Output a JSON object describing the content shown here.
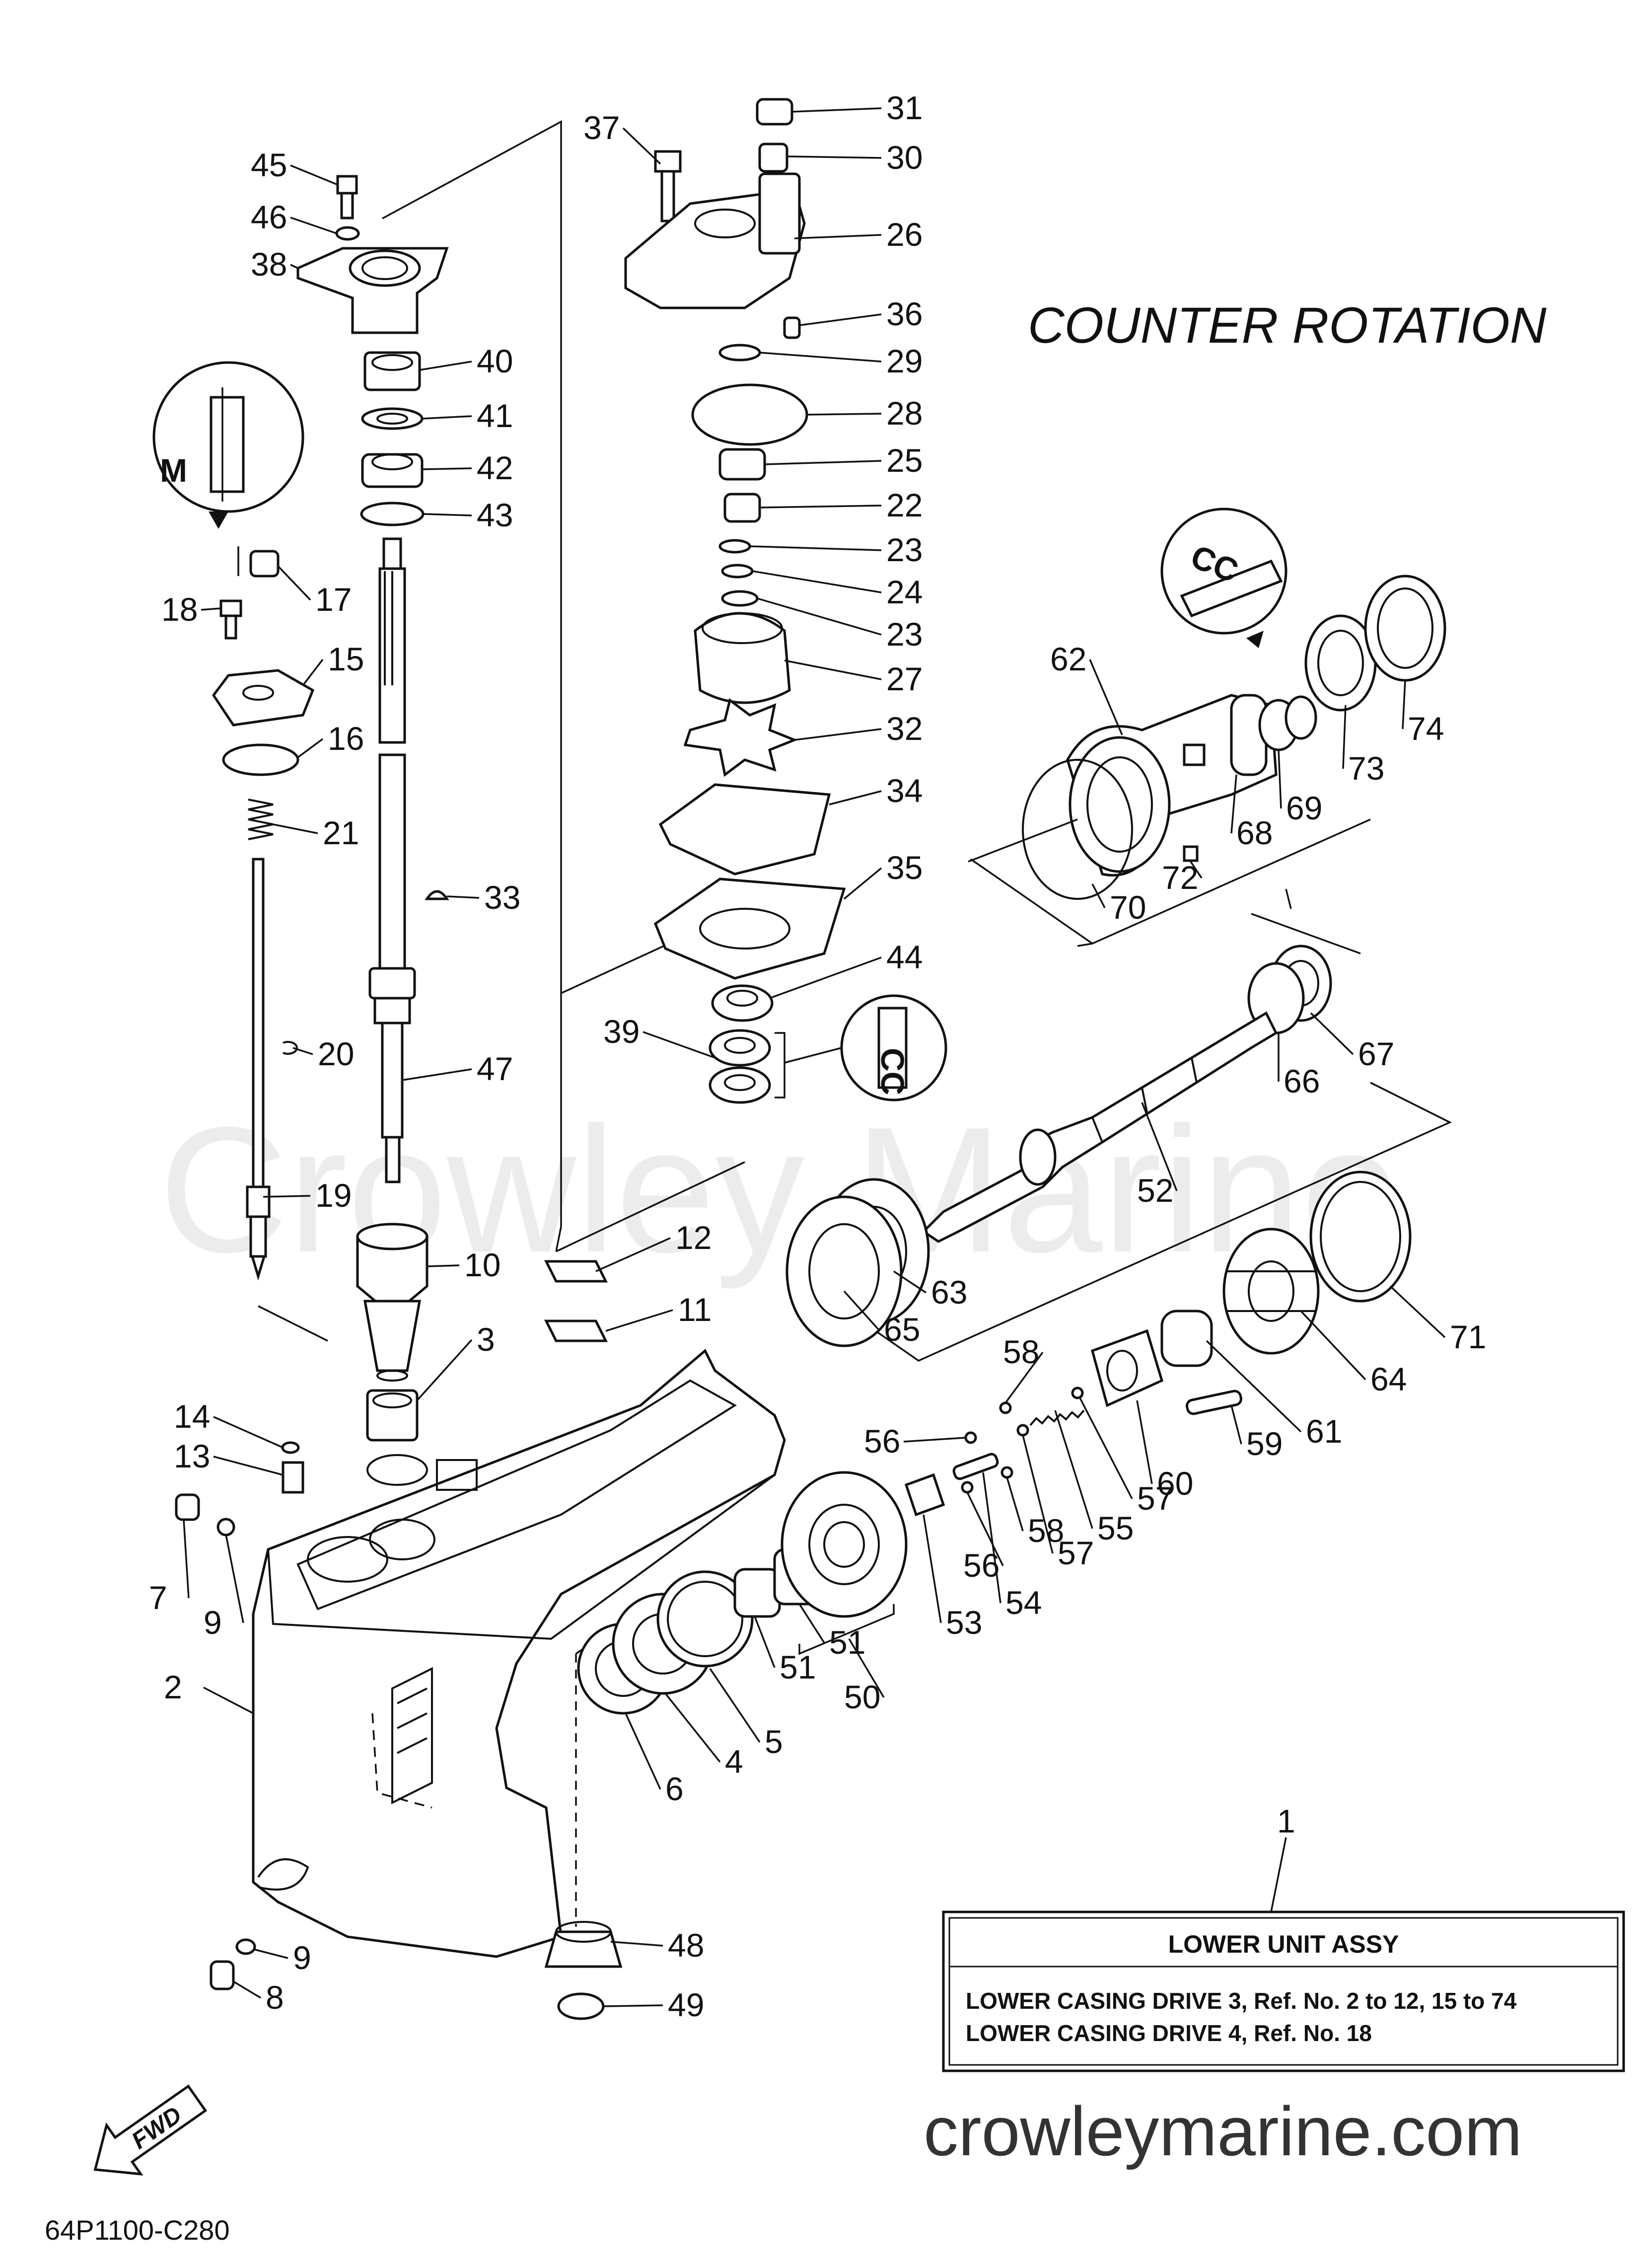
{
  "title": "COUNTER ROTATION",
  "watermark": "Crowley Marine",
  "website": "crowleymarine.com",
  "diagram_code": "64P1100-C280",
  "fwd_label": "FWD",
  "lube_marks": {
    "m": "M",
    "cc_top": "CC",
    "cc_mid": "CC"
  },
  "legend_box": {
    "ref_number": "1",
    "heading": "LOWER UNIT ASSY",
    "line1_bold": "LOWER CASING DRIVE 3",
    "line1_rest": ", Ref. No. 2 to 12, 15 to 74",
    "line2_bold": "LOWER CASING DRIVE 4",
    "line2_rest": ", Ref. No. 18"
  },
  "parts": [
    {
      "n": "2"
    },
    {
      "n": "3"
    },
    {
      "n": "4"
    },
    {
      "n": "5"
    },
    {
      "n": "6"
    },
    {
      "n": "7"
    },
    {
      "n": "8"
    },
    {
      "n": "9"
    },
    {
      "n": "9"
    },
    {
      "n": "10"
    },
    {
      "n": "11"
    },
    {
      "n": "12"
    },
    {
      "n": "13"
    },
    {
      "n": "14"
    },
    {
      "n": "15"
    },
    {
      "n": "16"
    },
    {
      "n": "17"
    },
    {
      "n": "18"
    },
    {
      "n": "19"
    },
    {
      "n": "20"
    },
    {
      "n": "21"
    },
    {
      "n": "22"
    },
    {
      "n": "23"
    },
    {
      "n": "23"
    },
    {
      "n": "24"
    },
    {
      "n": "25"
    },
    {
      "n": "26"
    },
    {
      "n": "27"
    },
    {
      "n": "28"
    },
    {
      "n": "29"
    },
    {
      "n": "30"
    },
    {
      "n": "31"
    },
    {
      "n": "32"
    },
    {
      "n": "33"
    },
    {
      "n": "34"
    },
    {
      "n": "35"
    },
    {
      "n": "36"
    },
    {
      "n": "37"
    },
    {
      "n": "38"
    },
    {
      "n": "39"
    },
    {
      "n": "40"
    },
    {
      "n": "41"
    },
    {
      "n": "42"
    },
    {
      "n": "43"
    },
    {
      "n": "44"
    },
    {
      "n": "45"
    },
    {
      "n": "46"
    },
    {
      "n": "47"
    },
    {
      "n": "48"
    },
    {
      "n": "49"
    },
    {
      "n": "50"
    },
    {
      "n": "51"
    },
    {
      "n": "51"
    },
    {
      "n": "52"
    },
    {
      "n": "53"
    },
    {
      "n": "54"
    },
    {
      "n": "55"
    },
    {
      "n": "56"
    },
    {
      "n": "56"
    },
    {
      "n": "57"
    },
    {
      "n": "57"
    },
    {
      "n": "58"
    },
    {
      "n": "58"
    },
    {
      "n": "59"
    },
    {
      "n": "60"
    },
    {
      "n": "61"
    },
    {
      "n": "62"
    },
    {
      "n": "63"
    },
    {
      "n": "64"
    },
    {
      "n": "65"
    },
    {
      "n": "66"
    },
    {
      "n": "67"
    },
    {
      "n": "68"
    },
    {
      "n": "69"
    },
    {
      "n": "70"
    },
    {
      "n": "71"
    },
    {
      "n": "72"
    },
    {
      "n": "73"
    },
    {
      "n": "74"
    }
  ]
}
